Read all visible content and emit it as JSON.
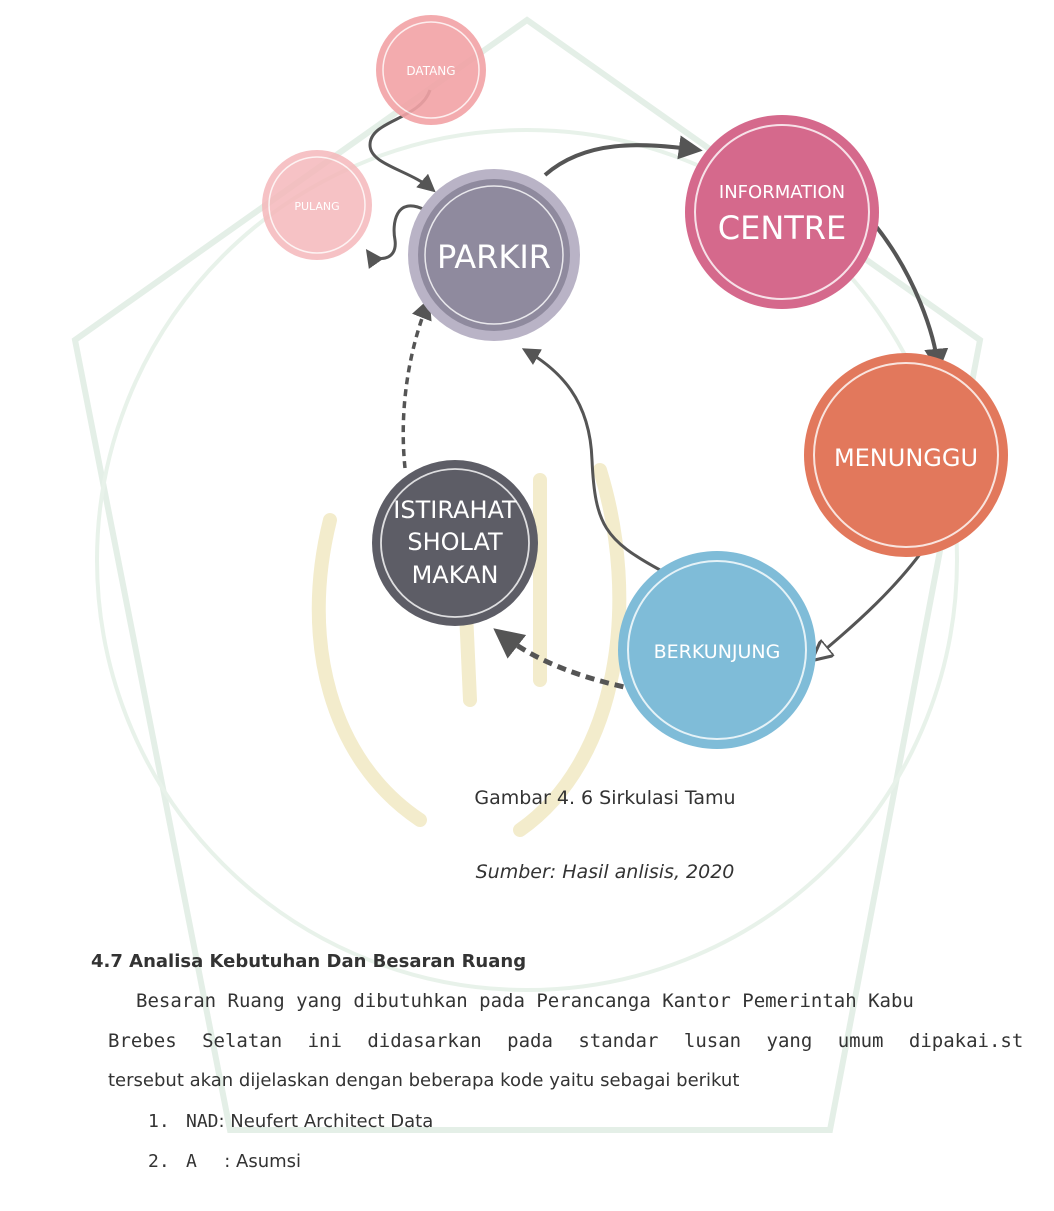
{
  "diagram": {
    "nodes": {
      "datang": "DATANG",
      "pulang": "PULANG",
      "parkir": "PARKIR",
      "information_line1": "INFORMATION",
      "information_line2": "CENTRE",
      "menunggu": "MENUNGGU",
      "berkunjung": "BERKUNJUNG",
      "istirahat_line1": "ISTIRAHAT",
      "istirahat_line2": "SHOLAT",
      "istirahat_line3": "MAKAN"
    },
    "colors": {
      "datang": "#f2a3a6",
      "pulang": "#f5b8bb",
      "parkir": "#8f8a9e",
      "parkir_ring": "#b9b3c6",
      "information": "#d5698c",
      "menunggu": "#e2785c",
      "berkunjung": "#7fbcd8",
      "istirahat": "#5d5d66",
      "arrow": "#555555",
      "watermark": "#d7eadc"
    }
  },
  "caption": {
    "title": "Gambar 4. 6 Sirkulasi Tamu",
    "source": "Sumber: Hasil anlisis, 2020"
  },
  "section": {
    "heading": "4.7 Analisa Kebutuhan Dan Besaran Ruang",
    "line1": "Besaran Ruang yang dibutuhkan pada Perancanga Kantor Pemerintah Kabu",
    "line2": "Brebes Selatan ini didasarkan pada standar lusan yang umum dipakai.st",
    "line3": "tersebut akan dijelaskan dengan beberapa kode yaitu sebagai berikut",
    "list": [
      {
        "num": "1.",
        "code": "NAD",
        "text": ": Neufert Architect Data"
      },
      {
        "num": "2.",
        "code": "A  ",
        "text": " : Asumsi"
      }
    ]
  }
}
